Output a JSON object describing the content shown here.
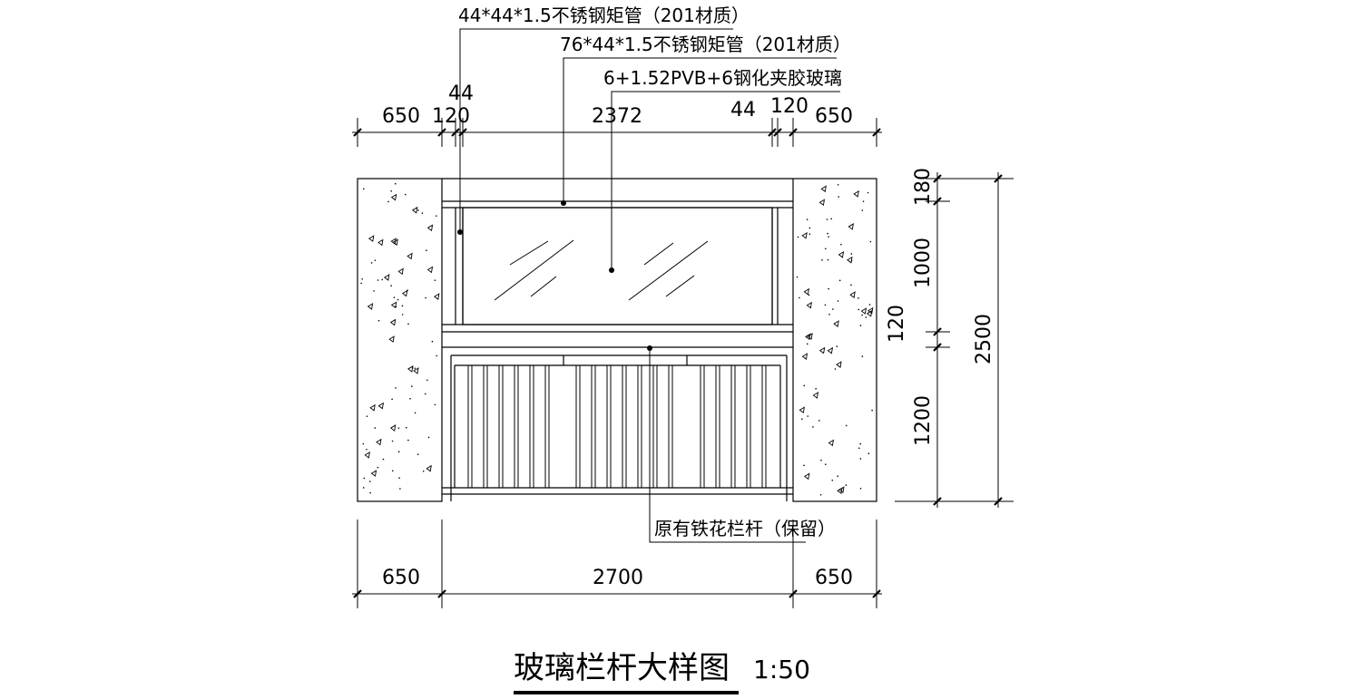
{
  "title": "玻璃栏杆大样图",
  "scale": "1:50",
  "annotations": {
    "tube_44": "44*44*1.5不锈钢矩管（201材质）",
    "tube_76": "76*44*1.5不锈钢矩管（201材质）",
    "glass": "6+1.52PVB+6钢化夹胶玻璃",
    "railing": "原有铁花栏杆（保留）"
  },
  "top_dimensions": {
    "left_wall": "650",
    "left_frame": "120",
    "left_post": "44",
    "middle": "2372",
    "right_post": "44",
    "right_frame": "120",
    "right_wall": "650"
  },
  "bottom_dimensions": {
    "left_wall": "650",
    "opening": "2700",
    "right_wall": "650"
  },
  "vertical_dimensions": {
    "top_rail": "180",
    "glass_panel": "1000",
    "mid_rail": "120",
    "lower_railing": "1200",
    "total": "2500"
  }
}
